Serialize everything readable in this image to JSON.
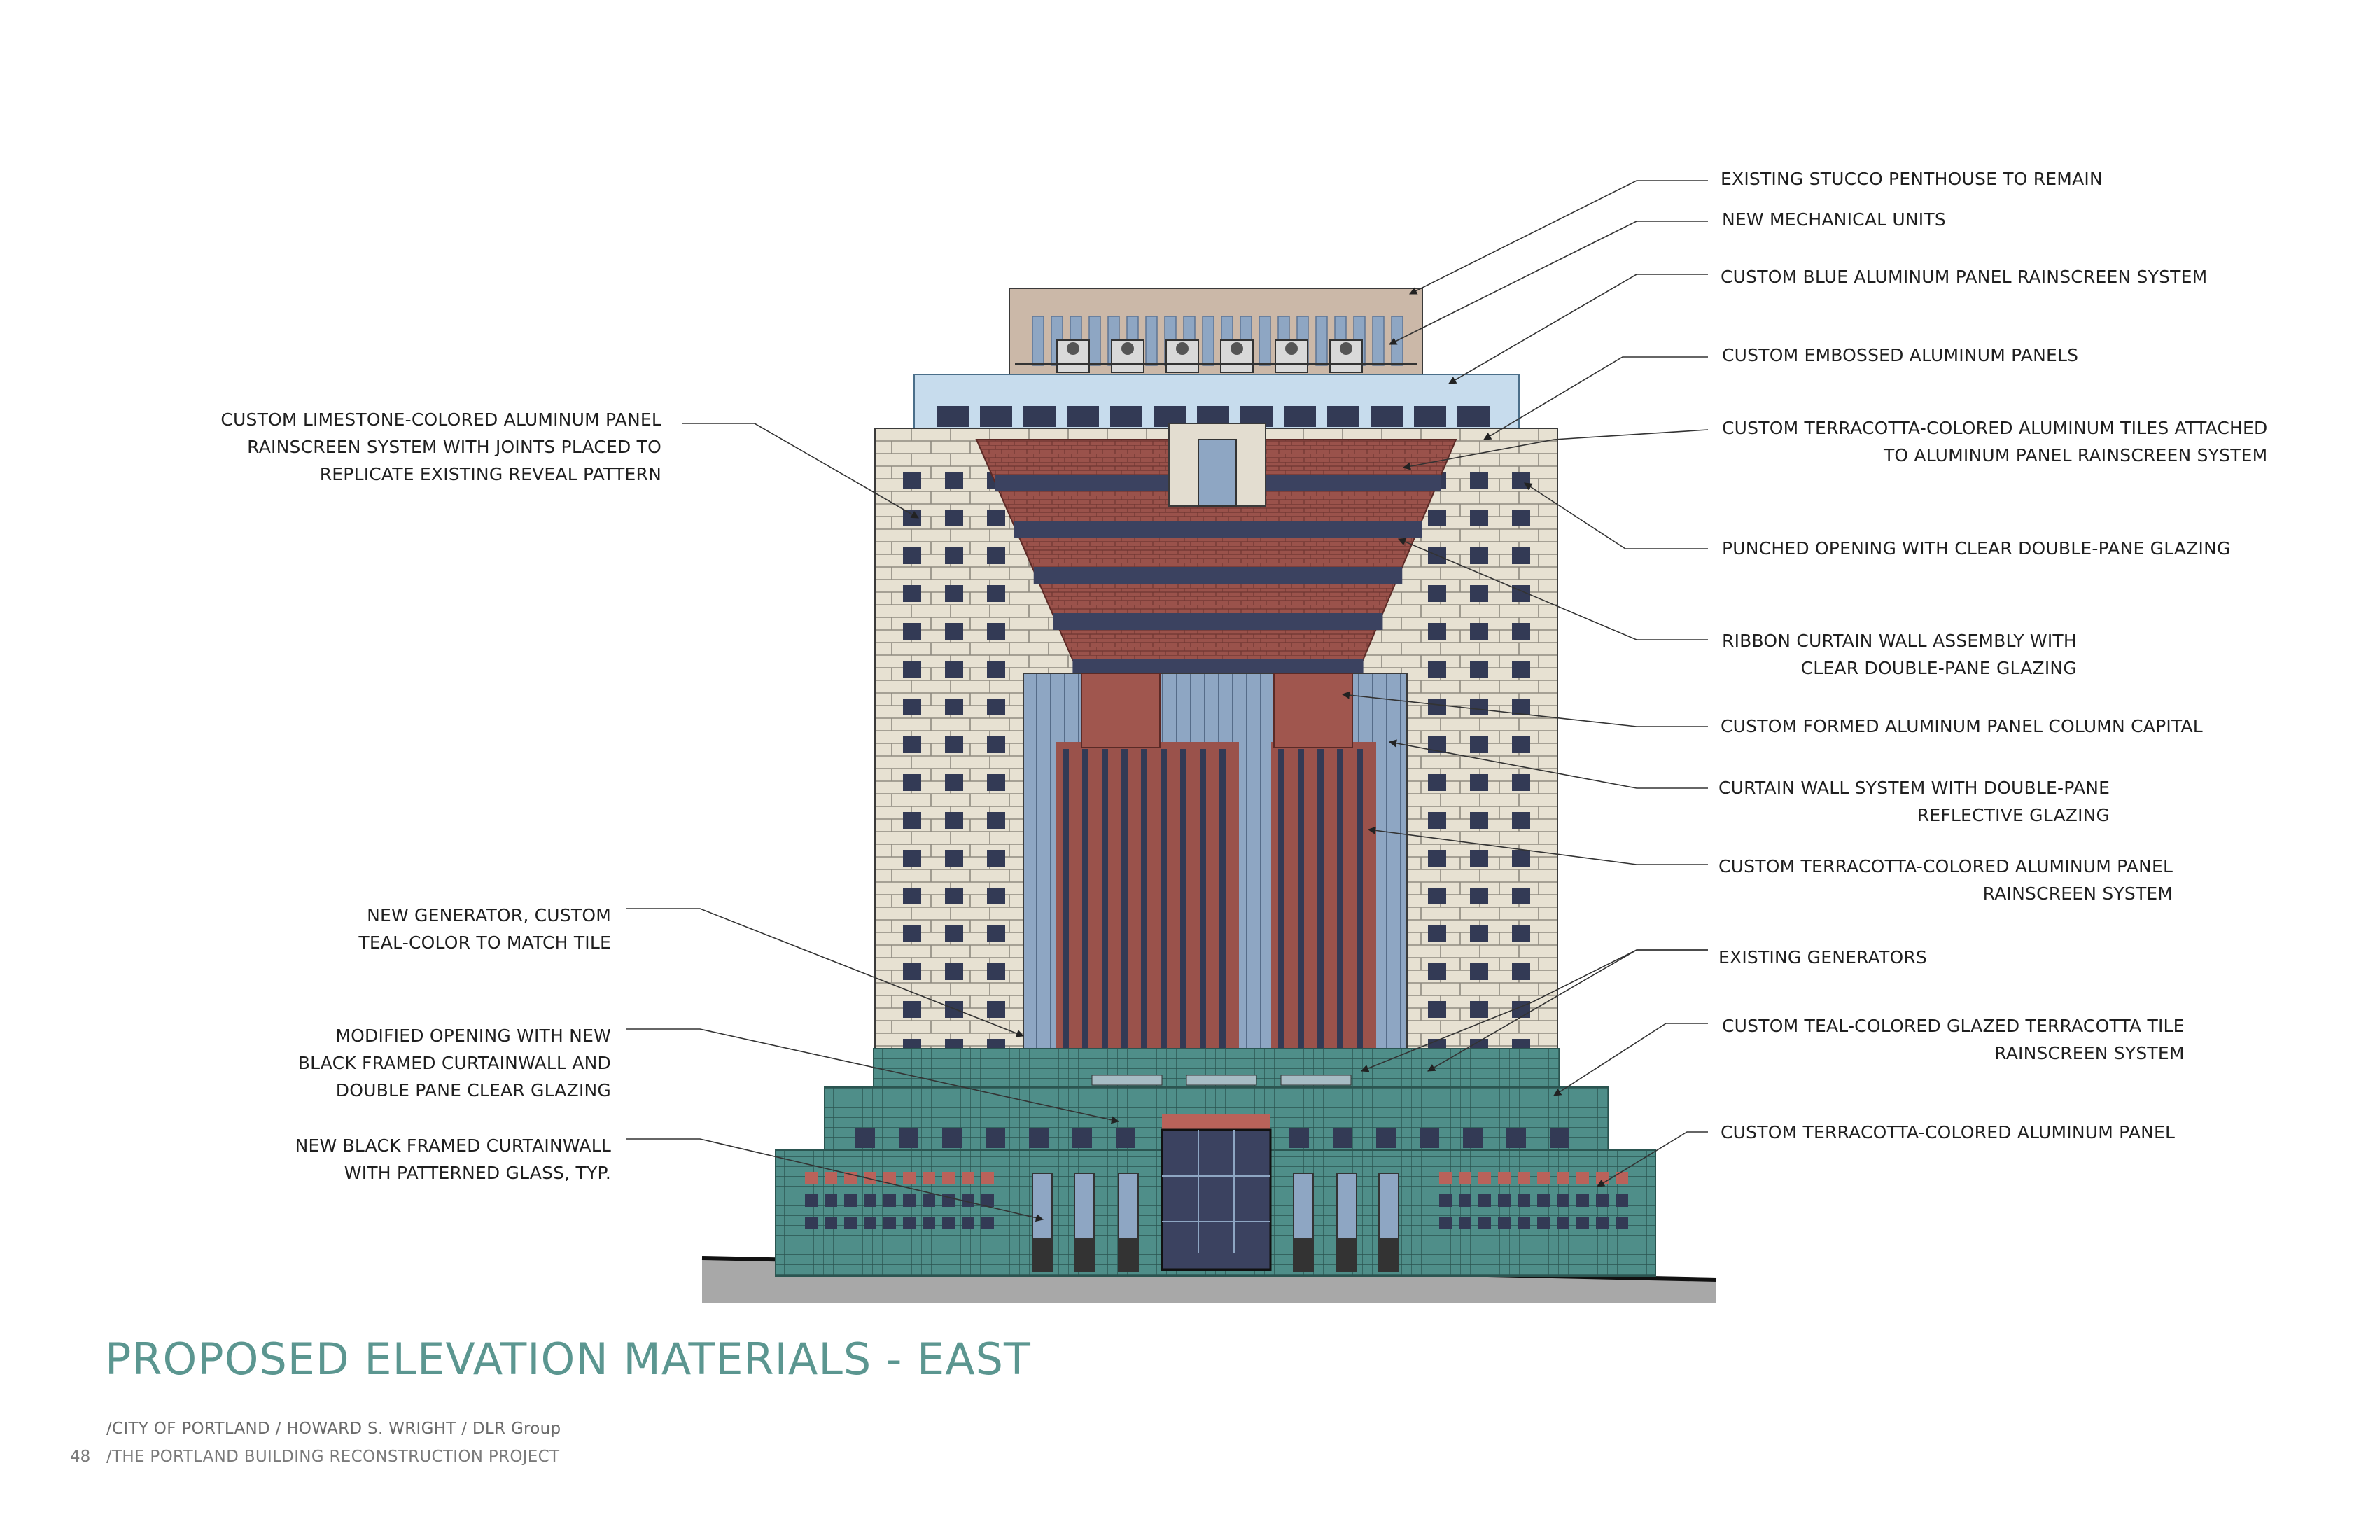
{
  "title": "PROPOSED ELEVATION MATERIALS - EAST",
  "credits": "/CITY OF PORTLAND / HOWARD S. WRIGHT / DLR Group",
  "project": "/THE PORTLAND BUILDING RECONSTRUCTION PROJECT",
  "page_number": "48",
  "colors": {
    "title_teal": "#5b9690",
    "limestone": "#e7e1d2",
    "terracotta": "#9a524b",
    "teal_tile": "#4f8e89",
    "glass_blue": "#8ea6c3",
    "window_navy": "#333a55",
    "stucco": "#cbb8a8",
    "ground": "#a8a8a8"
  },
  "labels_left": [
    {
      "id": "limestone-panel",
      "lines": [
        "CUSTOM LIMESTONE-COLORED ALUMINUM PANEL",
        "RAINSCREEN SYSTEM WITH JOINTS PLACED TO",
        "REPLICATE EXISTING REVEAL PATTERN"
      ]
    },
    {
      "id": "new-generator",
      "lines": [
        "NEW GENERATOR, CUSTOM",
        "TEAL-COLOR TO MATCH TILE"
      ]
    },
    {
      "id": "modified-opening",
      "lines": [
        "MODIFIED OPENING WITH NEW",
        "BLACK FRAMED CURTAINWALL AND",
        "DOUBLE PANE CLEAR GLAZING"
      ]
    },
    {
      "id": "black-curtainwall",
      "lines": [
        "NEW BLACK FRAMED CURTAINWALL",
        "WITH PATTERNED GLASS, TYP."
      ]
    }
  ],
  "labels_right": [
    {
      "id": "stucco-penthouse",
      "lines": [
        "EXISTING STUCCO PENTHOUSE TO REMAIN"
      ]
    },
    {
      "id": "mechanical-units",
      "lines": [
        "NEW MECHANICAL UNITS"
      ]
    },
    {
      "id": "blue-panel",
      "lines": [
        "CUSTOM BLUE ALUMINUM PANEL RAINSCREEN SYSTEM"
      ]
    },
    {
      "id": "embossed-panels",
      "lines": [
        "CUSTOM EMBOSSED ALUMINUM PANELS"
      ]
    },
    {
      "id": "terracotta-tiles",
      "lines": [
        "CUSTOM TERRACOTTA-COLORED ALUMINUM TILES ATTACHED",
        "TO ALUMINUM PANEL RAINSCREEN SYSTEM"
      ]
    },
    {
      "id": "punched-opening",
      "lines": [
        "PUNCHED OPENING WITH CLEAR DOUBLE-PANE GLAZING"
      ]
    },
    {
      "id": "ribbon-curtainwall",
      "lines": [
        "RIBBON CURTAIN WALL ASSEMBLY WITH",
        "CLEAR DOUBLE-PANE GLAZING"
      ]
    },
    {
      "id": "column-capital",
      "lines": [
        "CUSTOM FORMED ALUMINUM PANEL COLUMN CAPITAL"
      ]
    },
    {
      "id": "curtainwall-reflective",
      "lines": [
        "CURTAIN WALL SYSTEM WITH DOUBLE-PANE",
        "REFLECTIVE GLAZING"
      ]
    },
    {
      "id": "terracotta-panel-rainscreen",
      "lines": [
        "CUSTOM TERRACOTTA-COLORED ALUMINUM PANEL",
        "RAINSCREEN SYSTEM"
      ]
    },
    {
      "id": "existing-generators",
      "lines": [
        "EXISTING GENERATORS"
      ]
    },
    {
      "id": "teal-tile",
      "lines": [
        "CUSTOM TEAL-COLORED GLAZED TERRACOTTA TILE",
        "RAINSCREEN SYSTEM"
      ]
    },
    {
      "id": "terracotta-panel",
      "lines": [
        "CUSTOM TERRACOTTA-COLORED ALUMINUM PANEL"
      ]
    }
  ]
}
